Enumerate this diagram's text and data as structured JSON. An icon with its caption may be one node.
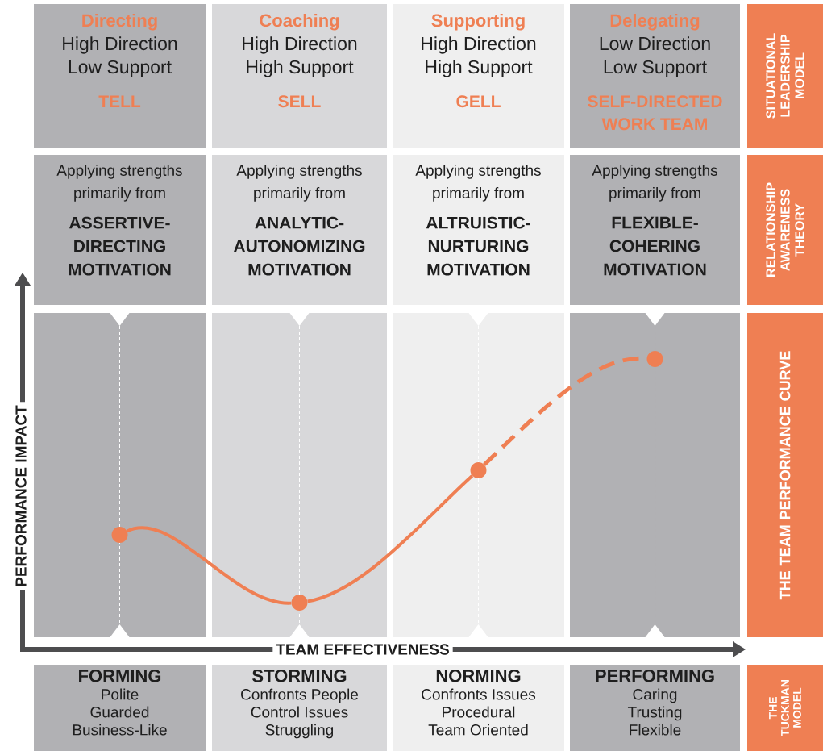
{
  "diagram": {
    "nodes": [
      {
        "text": [
          "Directing",
          "High Direction",
          "Low Support",
          "TELL"
        ]
      },
      {
        "text": [
          "Coaching",
          "High Direction",
          "High Support",
          "SELL"
        ]
      },
      {
        "text": [
          "Supporting",
          "High Direction",
          "High Support",
          "GELL"
        ]
      },
      {
        "text": [
          "Delegating",
          "Low Direction",
          "Low Support",
          "SELF-DIRECTED WORK TEAM"
        ]
      },
      {
        "text": [
          "SITUATIONAL LEADERSHIP MODEL"
        ]
      },
      {
        "text": [
          "Applying strengths primarily from",
          "ASSERTIVE-DIRECTING MOTIVATION"
        ]
      },
      {
        "text": [
          "Applying strengths primarily from",
          "ANALYTIC-AUTONOMIZING MOTIVATION"
        ]
      },
      {
        "text": [
          "Applying strengths primarily from",
          "ALTRUISTIC-NURTURING MOTIVATION"
        ]
      },
      {
        "text": [
          "Applying strengths primarily from",
          "FLEXIBLE-COHERING MOTIVATION"
        ]
      },
      {
        "text": [
          "RELATIONSHIP AWARENESS THEORY"
        ]
      },
      {
        "text": [],
        "shape": "box"
      },
      {
        "text": [],
        "shape": "box"
      },
      {
        "text": [],
        "shape": "box"
      },
      {
        "text": [],
        "shape": "box"
      },
      {
        "text": [
          "THE TEAM PERFORMANCE CURVE"
        ]
      },
      {
        "text": [],
        "shape": "circle",
        "in": 10
      },
      {
        "text": [],
        "shape": "circle",
        "in": 11
      },
      {
        "text": [],
        "shape": "circle",
        "in": 12
      },
      {
        "text": [],
        "shape": "circle",
        "in": 13
      },
      {
        "text": [
          "FORMING",
          "Polite",
          "Guarded",
          "Business-Like"
        ]
      },
      {
        "text": [
          "STORMING",
          "Confronts People",
          "Control Issues",
          "Struggling"
        ]
      },
      {
        "text": [
          "NORMING",
          "Confronts Issues",
          "Procedural",
          "Team Oriented"
        ]
      },
      {
        "text": [
          "PERFORMING",
          "Caring",
          "Trusting",
          "Flexible"
        ]
      },
      {
        "text": [
          "THE TUCKMAN MODEL"
        ]
      }
    ],
    "edges": [
      {
        "from": 15,
        "to": 16,
        "arrow": "none"
      },
      {
        "from": 16,
        "to": 17,
        "arrow": "none"
      },
      {
        "from": 17,
        "to": 18,
        "arrow": "none",
        "style": "dashed"
      }
    ],
    "labels": [
      "PERFORMANCE IMPACT",
      "TEAM EFFECTIVENESS"
    ]
  }
}
